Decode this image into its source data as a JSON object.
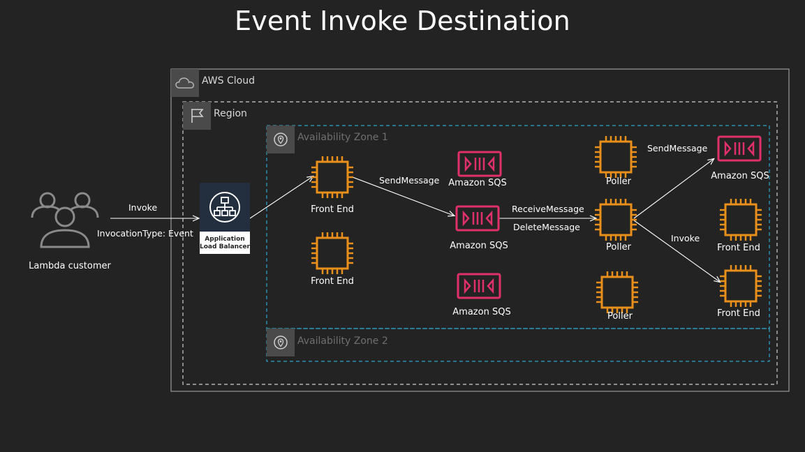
{
  "title": "Event Invoke Destination",
  "containers": {
    "cloud": "AWS Cloud",
    "region": "Region",
    "az1": "Availability Zone 1",
    "az2": "Availability Zone 2"
  },
  "customer": "Lambda  customer",
  "edges": {
    "invoke": "Invoke",
    "invocation_type": "InvocationType: Event",
    "send_message_1": "SendMessage",
    "receive_message": "ReceiveMessage",
    "delete_message": "DeleteMessage",
    "send_message_2": "SendMessage",
    "invoke_2": "Invoke"
  },
  "alb": {
    "line1": "Application",
    "line2": "Load Balancer"
  },
  "front_end_label": "Front End",
  "sqs_label": "Amazon SQS",
  "poller_label": "Poller",
  "colors": {
    "background": "#232323",
    "compute": "#e8901b",
    "queue": "#e0306a",
    "border": "#9a9a9a",
    "az_border": "#2fa3c8"
  }
}
